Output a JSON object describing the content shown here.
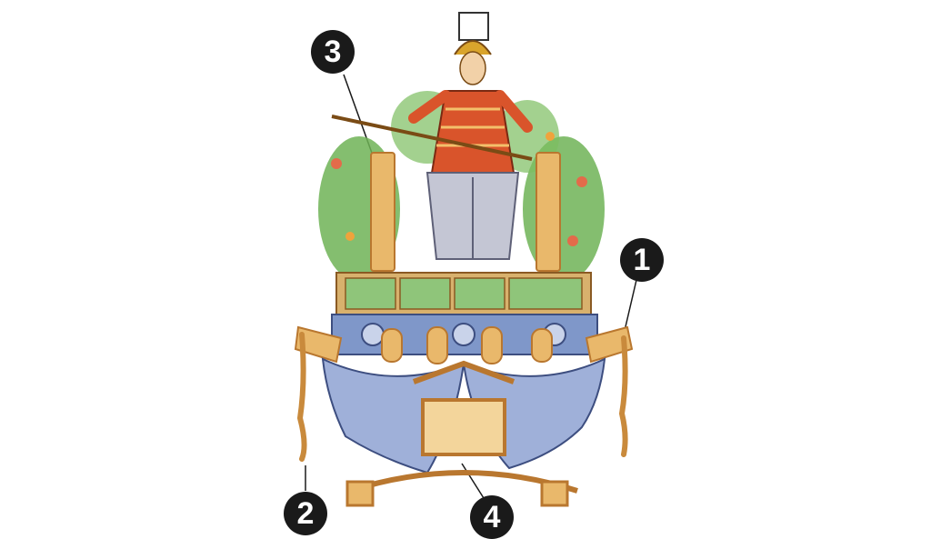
{
  "callouts": {
    "c1": "1",
    "c2": "2",
    "c3": "3",
    "c4": "4"
  },
  "colors": {
    "wood": "#e9b86b",
    "wood_dark": "#b9772f",
    "drape_blue": "#7f97c9",
    "drape_light": "#c9d3ea",
    "foliage": "#5ea44a",
    "armor_red": "#d9542b",
    "marker": "#1a1a1a"
  }
}
